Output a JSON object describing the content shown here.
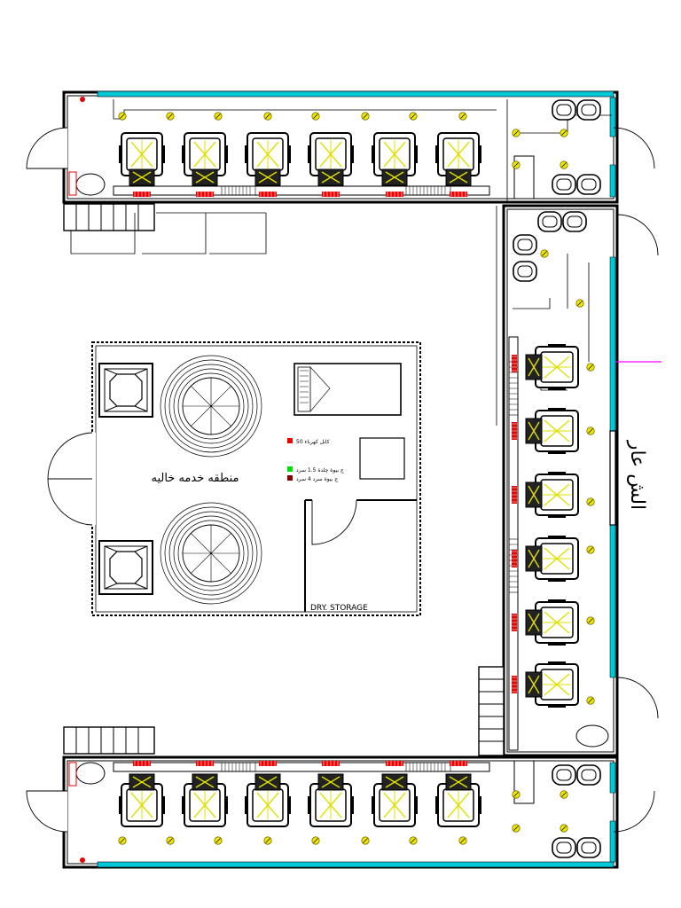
{
  "labels": {
    "service_area": "منطقه خدمه خاليه",
    "storage": "DRY. STORAGE",
    "bay": "الش عار",
    "legend_red": "كابل كهرباء 50",
    "legend_green": "ج بيوة چلدة 1.5 سرد",
    "legend_maroon": "ج بيوة سرد 4 سرد"
  },
  "colors": {
    "wall": "#000000",
    "glass": "#00c8d8",
    "sensor": "#e8e800",
    "seat_fill": "#f2f200",
    "socket": "#ee0000",
    "legend_green": "#00dd00",
    "legend_maroon": "#880000",
    "magenta": "#ff00ff"
  },
  "icons": [
    "door-swing-icon",
    "chair-icon",
    "sensor-icon",
    "sink-icon",
    "fan-icon",
    "unit-icon"
  ]
}
